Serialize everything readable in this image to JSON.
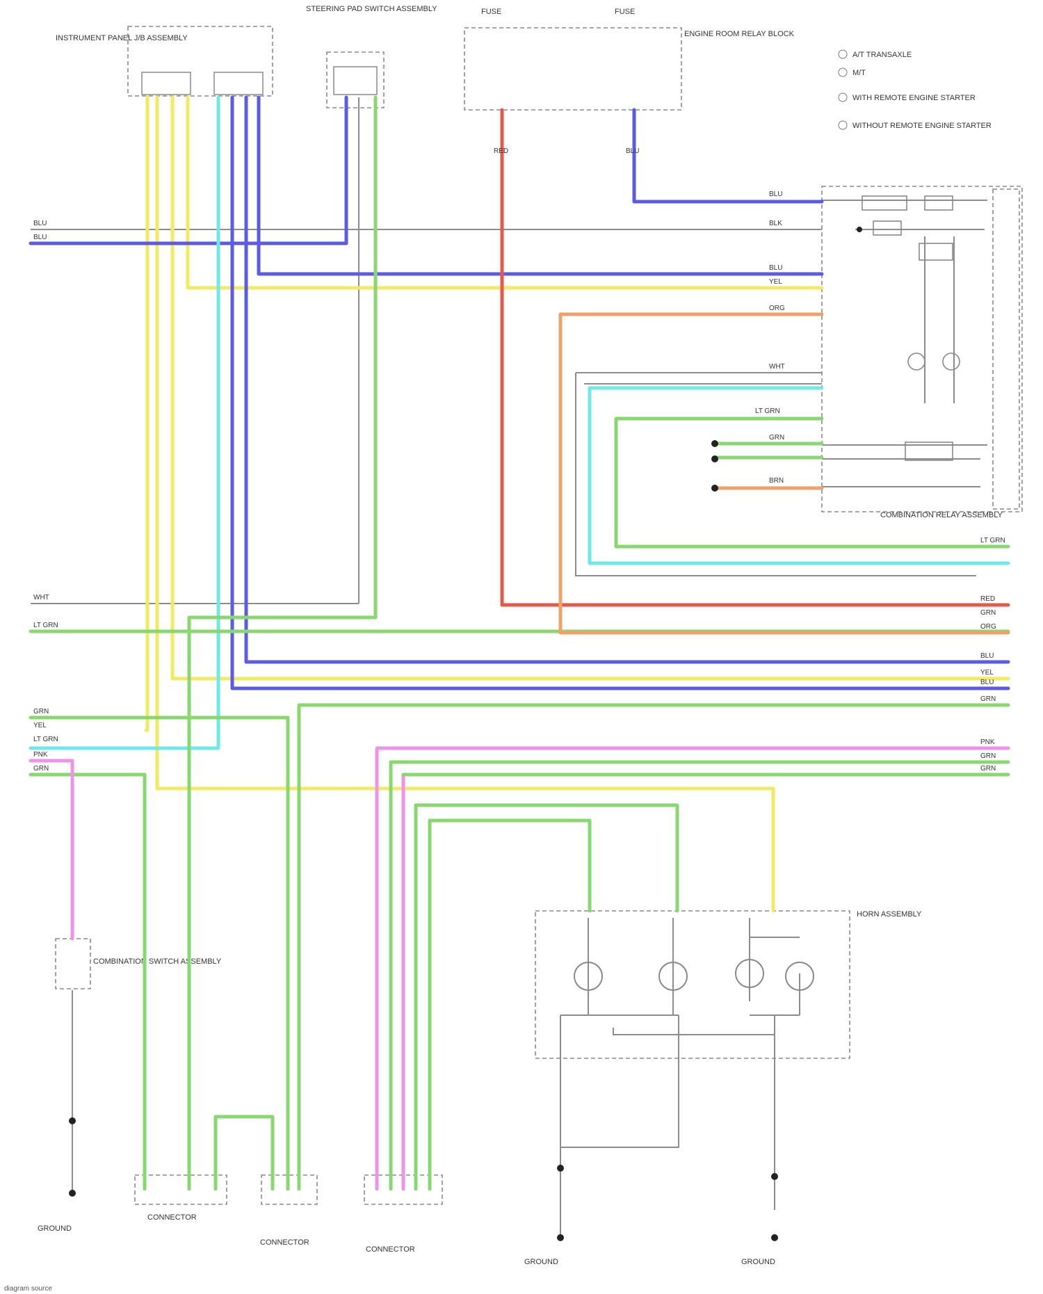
{
  "colors": {
    "yellow": "#f2ea62",
    "blue": "#5b5be6",
    "cyan": "#6fe8ea",
    "green": "#89d86f",
    "red": "#e8584a",
    "orange": "#f0a168",
    "pink": "#f091ea",
    "gray": "#9a9a9a",
    "ltgray": "#c9c9c9"
  },
  "components": {
    "instrument_panel": "INSTRUMENT PANEL J/B ASSEMBLY",
    "steering_pad": "STEERING PAD SWITCH ASSEMBLY",
    "fuse_a": "FUSE",
    "fuse_b": "FUSE",
    "relay_box": "ENGINE ROOM RELAY BLOCK",
    "combination_relay": "COMBINATION RELAY ASSEMBLY",
    "combination_switch": "COMBINATION SWITCH ASSEMBLY",
    "horn_assembly": "HORN ASSEMBLY",
    "ground_a": "GROUND",
    "ground_b": "GROUND",
    "ground_c": "GROUND",
    "connector_1": "CONNECTOR",
    "connector_2": "CONNECTOR",
    "connector_3": "CONNECTOR"
  },
  "legend": [
    {
      "symbol": "A",
      "text": "A/T TRANSAXLE"
    },
    {
      "symbol": "B",
      "text": "M/T"
    },
    {
      "symbol": "C",
      "text": "WITH REMOTE ENGINE STARTER"
    },
    {
      "symbol": "D",
      "text": "WITHOUT REMOTE ENGINE STARTER"
    }
  ],
  "wire_labels": {
    "blu": "BLU",
    "grn": "GRN",
    "yel": "YEL",
    "red": "RED",
    "org": "ORG",
    "pnk": "PNK",
    "wht": "WHT",
    "lt_grn": "LT GRN",
    "blk": "BLK",
    "brn": "BRN"
  },
  "footer": "diagram source"
}
